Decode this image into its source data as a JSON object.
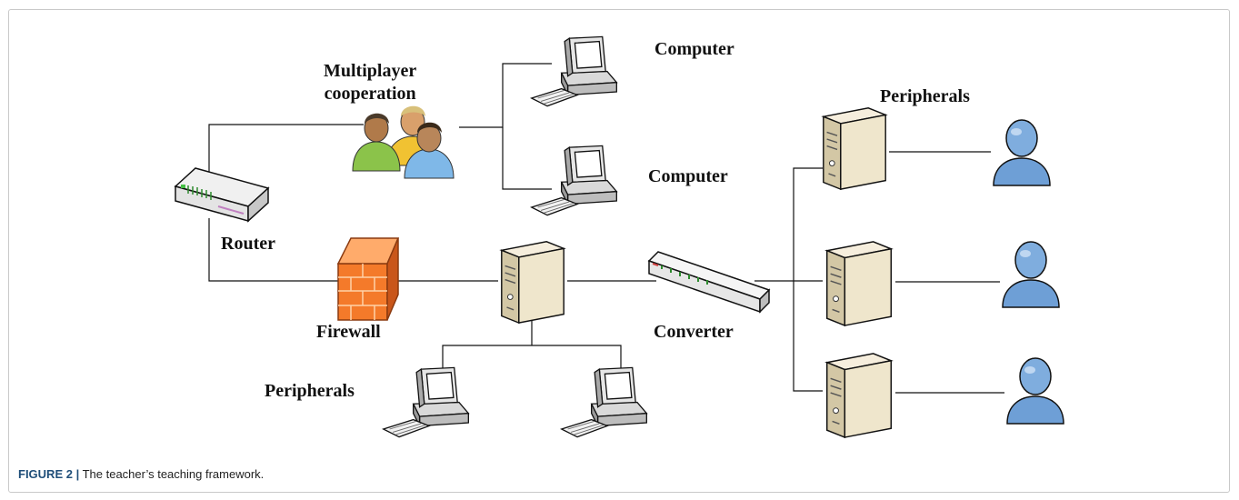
{
  "labels": {
    "multiplayer_line1": "Multiplayer",
    "multiplayer_line2": "cooperation",
    "computer_top": "Computer",
    "computer_mid": "Computer",
    "peripherals_right": "Peripherals",
    "router": "Router",
    "firewall": "Firewall",
    "converter": "Converter",
    "peripherals_left": "Peripherals"
  },
  "caption": {
    "figure_label": "FIGURE 2 |",
    "text": "The teacher’s teaching framework."
  },
  "colors": {
    "line": "#111111",
    "server_beige": "#efe6cc",
    "firewall_orange": "#f47a2a",
    "person_blue": "#6e9fd6",
    "caption_accent": "#1f4e79"
  },
  "icons": [
    "router-icon",
    "firewall-icon",
    "server-icon",
    "computer-icon",
    "converter-switch-icon",
    "user-icon",
    "group-users-icon"
  ]
}
